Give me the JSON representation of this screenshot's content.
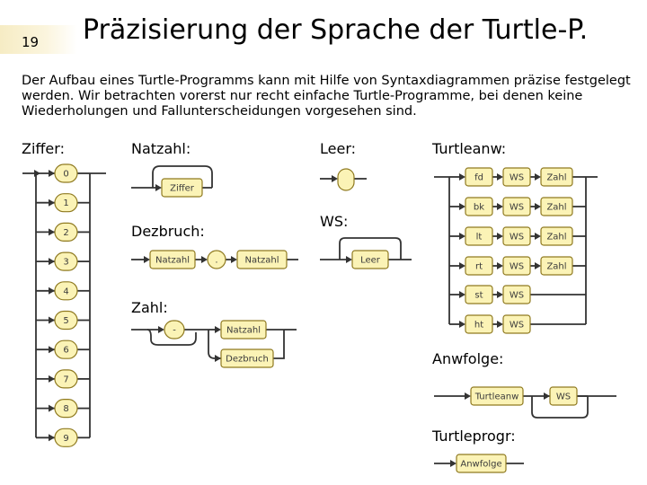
{
  "slide_number": "19",
  "title": "Präzisierung der Sprache der Turtle-P.",
  "intro": "Der Aufbau eines Turtle-Programms kann mit Hilfe von Syntaxdiagrammen präzise festgelegt werden. Wir betrachten vorerst nur recht einfache Turtle-Programme, bei denen keine Wiederholungen und Fallunterscheidungen vorgesehen sind.",
  "labels": {
    "ziffer": "Ziffer:",
    "natzahl": "Natzahl:",
    "dezbruch": "Dezbruch:",
    "zahl": "Zahl:",
    "leer": "Leer:",
    "ws": "WS:",
    "turtleanw": "Turtleanw:",
    "anwfolge": "Anwfolge:",
    "turtleprogr": "Turtleprogr:"
  },
  "ziffer_digits": [
    "0",
    "1",
    "2",
    "3",
    "4",
    "5",
    "6",
    "7",
    "8",
    "9"
  ],
  "natzahl_box": "Ziffer",
  "dezbruch_boxes": [
    "Natzahl",
    ".",
    "Natzahl"
  ],
  "zahl_boxes": [
    "-",
    "Natzahl",
    "Dezbruch"
  ],
  "leer_box": "",
  "ws_box": "Leer",
  "turtleanw_rows": [
    {
      "cmd": "fd",
      "ws": "WS",
      "arg": "Zahl"
    },
    {
      "cmd": "bk",
      "ws": "WS",
      "arg": "Zahl"
    },
    {
      "cmd": "lt",
      "ws": "WS",
      "arg": "Zahl"
    },
    {
      "cmd": "rt",
      "ws": "WS",
      "arg": "Zahl"
    },
    {
      "cmd": "st",
      "ws": "WS"
    },
    {
      "cmd": "ht",
      "ws": "WS"
    }
  ],
  "anwfolge_boxes": [
    "Turtleanw",
    "WS"
  ],
  "turtleprogr_box": "Anwfolge"
}
